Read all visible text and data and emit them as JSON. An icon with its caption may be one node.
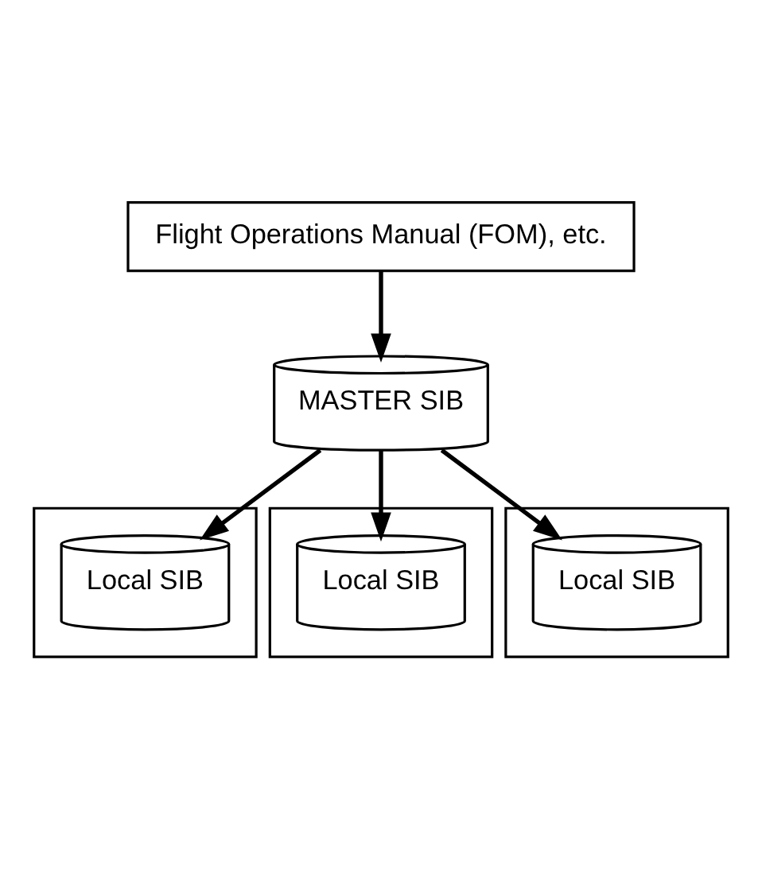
{
  "diagram": {
    "nodes": [
      {
        "text": [
          "Flight Operations Manual (FOM), etc."
        ]
      },
      {
        "text": [
          "MASTER SIB"
        ]
      },
      {
        "text": [],
        "shape": "box"
      },
      {
        "text": [],
        "shape": "box"
      },
      {
        "text": [],
        "shape": "box"
      },
      {
        "text": [
          "Local SIB"
        ],
        "in": 2
      },
      {
        "text": [
          "Local SIB"
        ],
        "in": 3
      },
      {
        "text": [
          "Local SIB"
        ],
        "in": 4
      }
    ],
    "edges": [
      {
        "from": 0,
        "to": 1,
        "arrow": "to"
      },
      {
        "from": 1,
        "to": 5,
        "arrow": "to"
      },
      {
        "from": 1,
        "to": 6,
        "arrow": "to"
      },
      {
        "from": 1,
        "to": 7,
        "arrow": "to"
      }
    ]
  }
}
